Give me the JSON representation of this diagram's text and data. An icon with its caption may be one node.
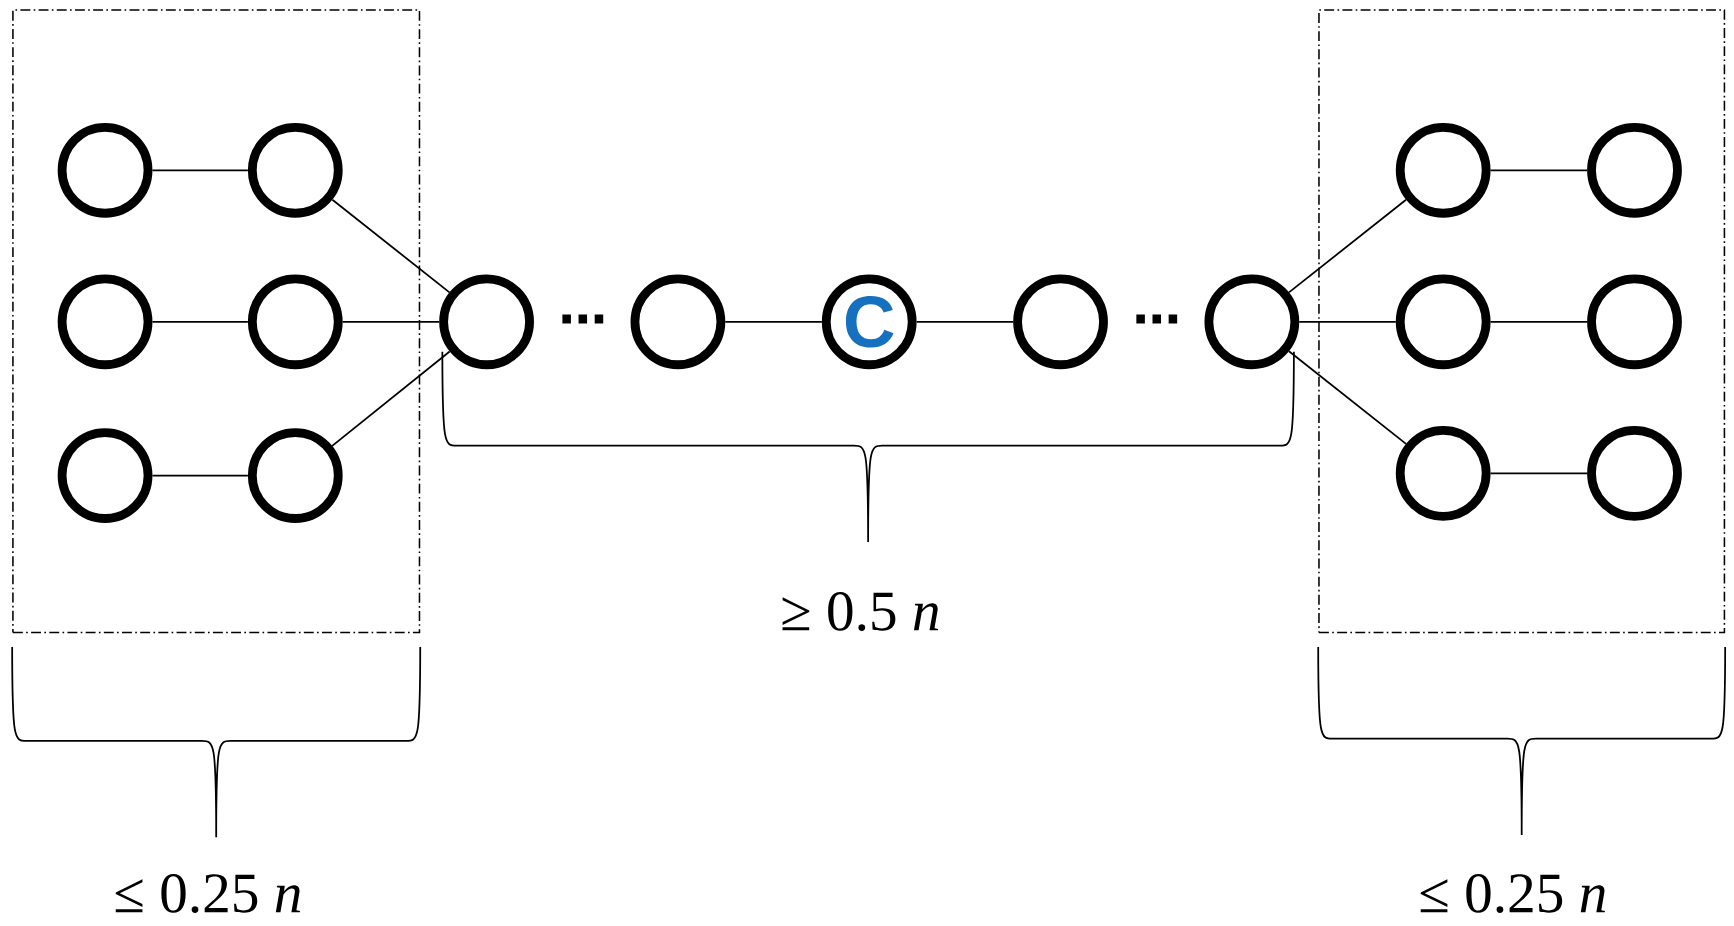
{
  "diagram": {
    "nodes": [
      {
        "text": [],
        "shape": "box"
      },
      {
        "text": [],
        "shape": "circle",
        "in": 0
      },
      {
        "text": [],
        "shape": "circle",
        "in": 0
      },
      {
        "text": [],
        "shape": "circle",
        "in": 0
      },
      {
        "text": [],
        "shape": "circle",
        "in": 0
      },
      {
        "text": [],
        "shape": "circle",
        "in": 0
      },
      {
        "text": [],
        "shape": "circle",
        "in": 0
      },
      {
        "text": [],
        "shape": "circle"
      },
      {
        "text": [],
        "shape": "circle"
      },
      {
        "text": [
          "C"
        ]
      },
      {
        "text": [],
        "shape": "circle"
      },
      {
        "text": [],
        "shape": "circle"
      },
      {
        "text": [],
        "shape": "box"
      },
      {
        "text": [],
        "shape": "circle",
        "in": 12
      },
      {
        "text": [],
        "shape": "circle",
        "in": 12
      },
      {
        "text": [],
        "shape": "circle",
        "in": 12
      },
      {
        "text": [],
        "shape": "circle",
        "in": 12
      },
      {
        "text": [],
        "shape": "circle",
        "in": 12
      },
      {
        "text": [],
        "shape": "circle",
        "in": 12
      }
    ],
    "edges": [
      {
        "from": 1,
        "to": 2,
        "arrow": "none"
      },
      {
        "from": 3,
        "to": 4,
        "arrow": "none"
      },
      {
        "from": 5,
        "to": 6,
        "arrow": "none"
      },
      {
        "from": 2,
        "to": 7,
        "arrow": "none"
      },
      {
        "from": 4,
        "to": 7,
        "arrow": "none"
      },
      {
        "from": 6,
        "to": 7,
        "arrow": "none"
      },
      {
        "from": 8,
        "to": 9,
        "arrow": "none"
      },
      {
        "from": 9,
        "to": 10,
        "arrow": "none"
      },
      {
        "from": 11,
        "to": 13,
        "arrow": "none"
      },
      {
        "from": 11,
        "to": 15,
        "arrow": "none"
      },
      {
        "from": 11,
        "to": 17,
        "arrow": "none"
      },
      {
        "from": 13,
        "to": 14,
        "arrow": "none"
      },
      {
        "from": 15,
        "to": 16,
        "arrow": "none"
      },
      {
        "from": 17,
        "to": 18,
        "arrow": "none"
      }
    ],
    "labels": [
      "⋯",
      "⋯",
      "≥ 0.5 *n*",
      "≤ 0.25 *n*",
      "≤ 0.25 *n*"
    ]
  }
}
